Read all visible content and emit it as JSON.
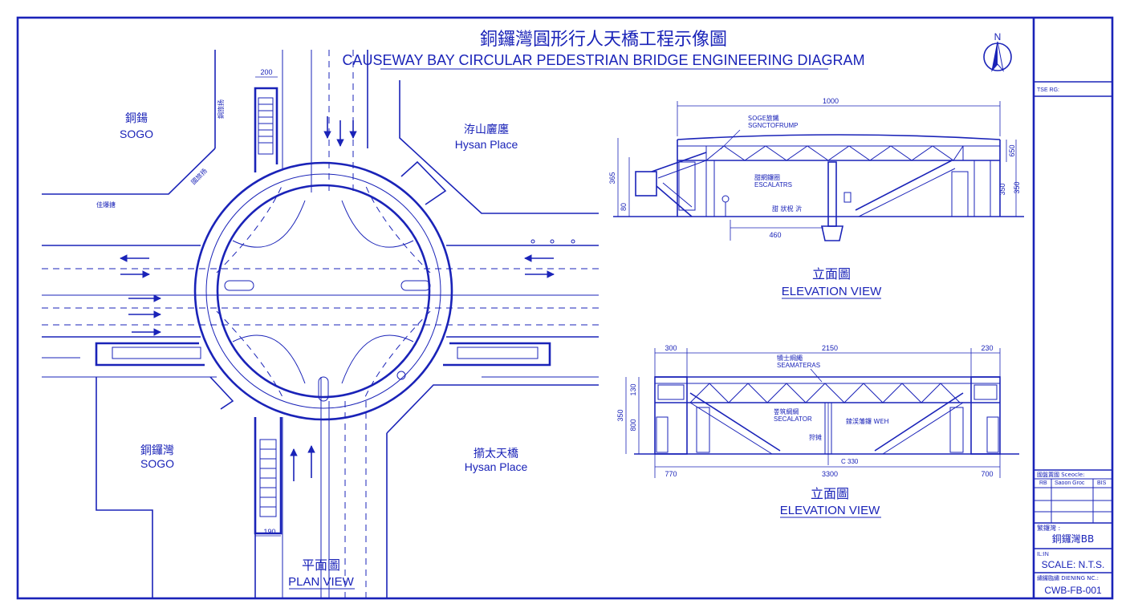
{
  "title": {
    "zh": "銅鑼灣圓形行人天橋工程示像圖",
    "en": "CAUSEWAY BAY CIRCULAR PEDESTRIAN BRIDGE ENGINEERING DIAGRAM"
  },
  "north": "N",
  "plan": {
    "title_zh": "平面圖",
    "title_en": "PLAN VIEW",
    "labels": {
      "nw_zh": "銅鍚",
      "nw_en": "SOGO",
      "ne_zh": "洊山廲廛",
      "ne_en": "Hysan Place",
      "sw_zh": "銅鑼灣",
      "sw_en": "SOGO",
      "se_zh": "擶太天橋",
      "se_en": "Hysan Place",
      "small_w": "佳爆搪",
      "small_nw_diag": "國旅扬",
      "small_n_vert": "銅旅扬"
    },
    "dims": {
      "top": "200",
      "bottom": "190"
    }
  },
  "elev1": {
    "title_zh": "立面圖",
    "title_en": "ELEVATION VIEW",
    "dims": {
      "width": "1000",
      "span": "460",
      "h_left": "365",
      "h_left_low": "80",
      "h_right_a": "650",
      "h_right_b": "350",
      "h_right_c": "350"
    },
    "callouts": {
      "deck": "SOGE旅鐵",
      "deck_en": "SGNCTOFRUMP",
      "esc": "甜網鑼圈",
      "esc_en": "ESCALATRS",
      "ground": "甜 狀柷 沜"
    }
  },
  "elev2": {
    "title_zh": "立面圖",
    "title_en": "ELEVATION VIEW",
    "dims": {
      "left": "300",
      "mid": "2150",
      "right": "230",
      "b_left": "770",
      "b_mid": "3300",
      "b_right": "700",
      "h1": "130",
      "h2": "350",
      "h3": "800",
      "clear": "C 330"
    },
    "callouts": {
      "deck": "犢士綱繩",
      "deck_en": "SEAMATERAS",
      "esc": "뽚筑綱綱",
      "esc_en": "SECALATOR",
      "esc2": "鎍渓藩鑼 WEH",
      "small": "狩摊"
    }
  },
  "titleblock": {
    "rev": "TSE RG:",
    "table_head": "國盤置國 Sceocle:",
    "table_cols": [
      "RB",
      "Saoon Groc",
      "BIS"
    ],
    "project_label": "繁鑼灣 :",
    "project": "銅鑼灣BB",
    "scale_label": "IL:IN",
    "scale": "SCALE: N.T.S.",
    "drawing_label": "繡鑼臨繡 DIENING NC.:",
    "drawing_no": "CWB-FB-001"
  }
}
